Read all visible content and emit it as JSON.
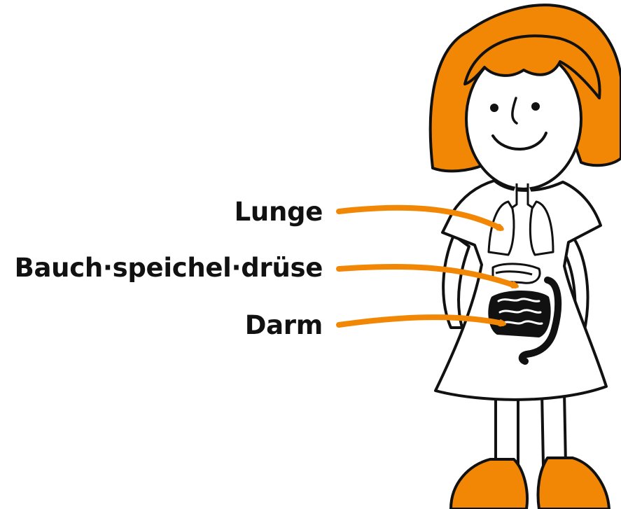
{
  "labels": [
    {
      "text": "Lunge"
    },
    {
      "text": "Bauch·speichel·drüse"
    },
    {
      "text": "Darm"
    }
  ],
  "colors": {
    "accent": "#f28705",
    "outline": "#111111",
    "background": "#ffffff"
  }
}
